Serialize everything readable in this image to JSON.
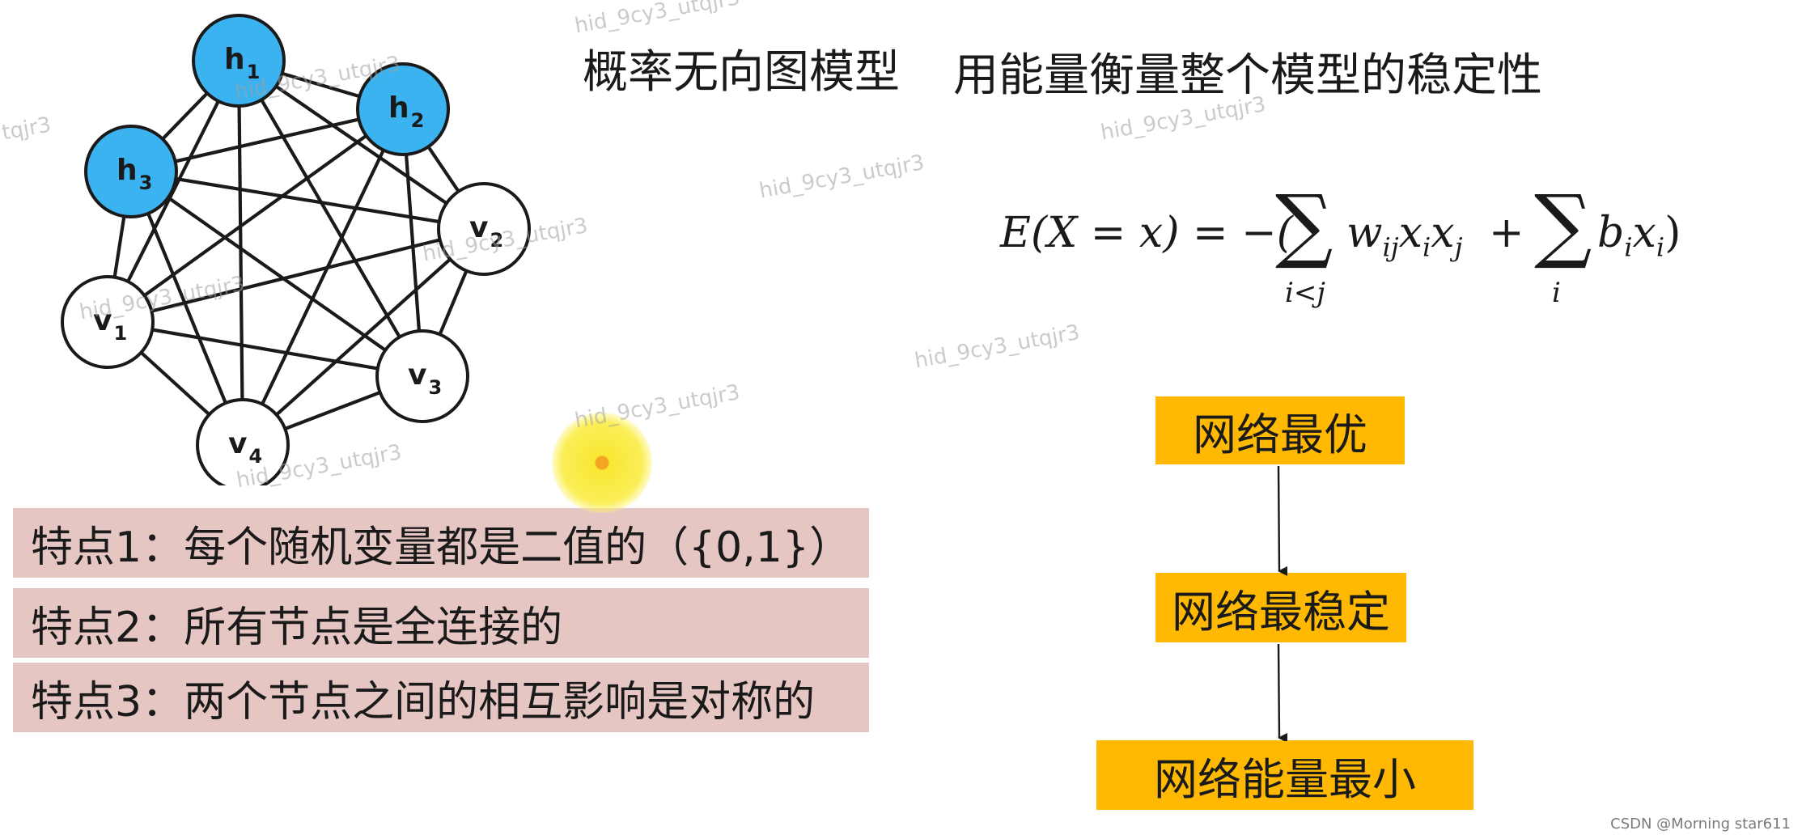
{
  "header": {
    "title_left": "概率无向图模型",
    "title_right": "用能量衡量整个模型的稳定性"
  },
  "graph": {
    "colors": {
      "hidden_fill": "#3bb3f0",
      "visible_fill": "#ffffff",
      "stroke": "#1a1a1a"
    },
    "nodes": [
      {
        "id": "h1",
        "letter": "h",
        "sub": "1",
        "type": "hidden"
      },
      {
        "id": "h2",
        "letter": "h",
        "sub": "2",
        "type": "hidden"
      },
      {
        "id": "h3",
        "letter": "h",
        "sub": "3",
        "type": "hidden"
      },
      {
        "id": "v1",
        "letter": "v",
        "sub": "1",
        "type": "visible"
      },
      {
        "id": "v2",
        "letter": "v",
        "sub": "2",
        "type": "visible"
      },
      {
        "id": "v3",
        "letter": "v",
        "sub": "3",
        "type": "visible"
      },
      {
        "id": "v4",
        "letter": "v",
        "sub": "4",
        "type": "visible"
      }
    ],
    "edges": "fully-connected"
  },
  "features": [
    {
      "text": "特点1：每个随机变量都是二值的（{0,1}）"
    },
    {
      "text": "特点2：所有节点是全连接的"
    },
    {
      "text": "特点3：两个节点之间的相互影响是对称的"
    }
  ],
  "formula": {
    "lhs": "E(X = x) = −(",
    "sum1_sub": "i<j",
    "term1": "w",
    "term1_sub": "ij",
    "term1_rest": "x",
    "term1_rest_sub": "i",
    "term1_last": "x",
    "term1_last_sub": "j",
    "plus": "+",
    "sum2_sub": "i",
    "term2": "b",
    "term2_sub": "i",
    "term2_x": "x",
    "term2_x_sub": "i",
    "close": ")",
    "sigma": "∑"
  },
  "flow": {
    "color": "#ffb902",
    "steps": [
      {
        "label": "网络最优"
      },
      {
        "label": "网络最稳定"
      },
      {
        "label": "网络能量最小"
      }
    ]
  },
  "watermark_text": "hid_9cy3_utqjr3",
  "watermark_text_partial": "tqjr3",
  "credit": "CSDN @Morning star611"
}
